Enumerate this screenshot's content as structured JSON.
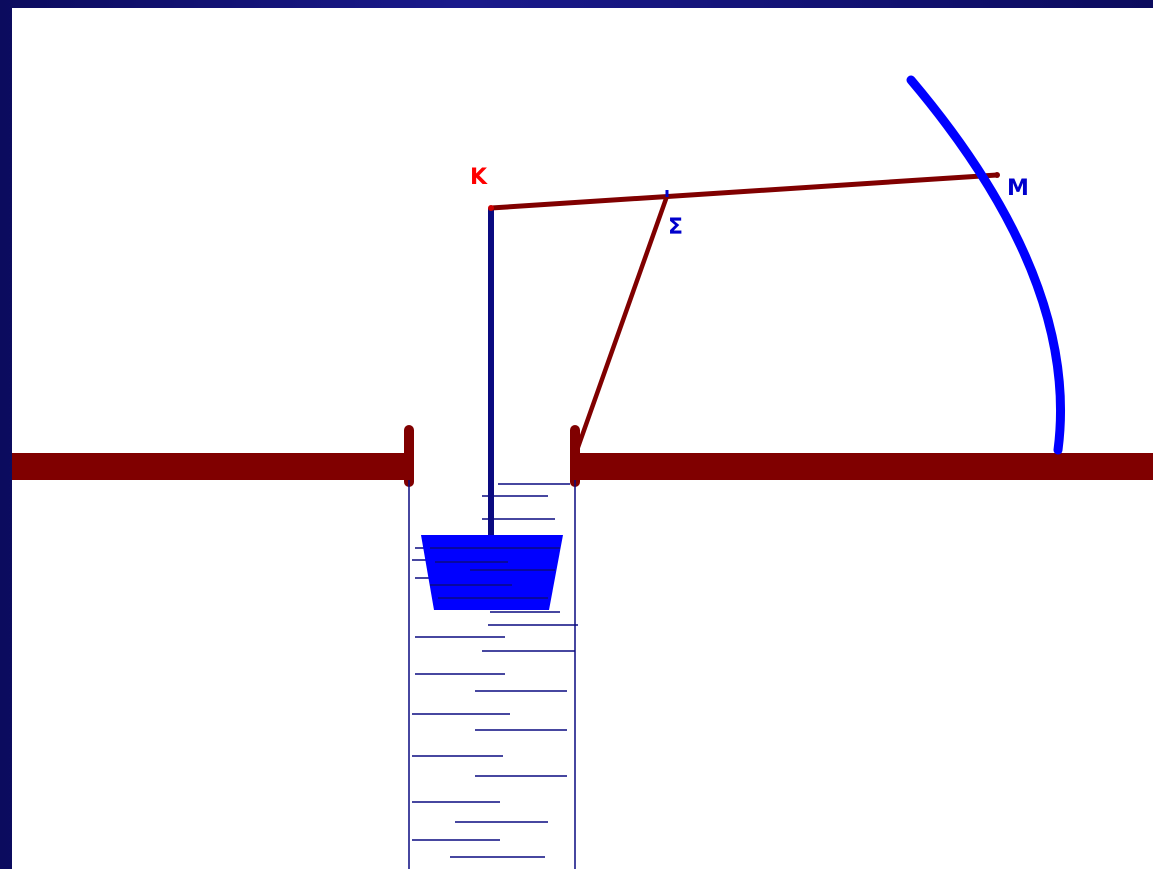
{
  "labels": {
    "pivot": "K",
    "joint": "Σ",
    "end": "M"
  },
  "colors": {
    "background_border": "#0a0a6e",
    "ground": "#800000",
    "rod": "#800000",
    "rope": "#0a0a80",
    "bucket": "#0000ff",
    "arc": "#0000ff",
    "water_lines": "#0a0a80",
    "pivot_label": "#ff0000",
    "joint_label": "#0000cc",
    "end_label": "#0000cc"
  },
  "icons": {
    "bucket": "bucket-icon"
  }
}
